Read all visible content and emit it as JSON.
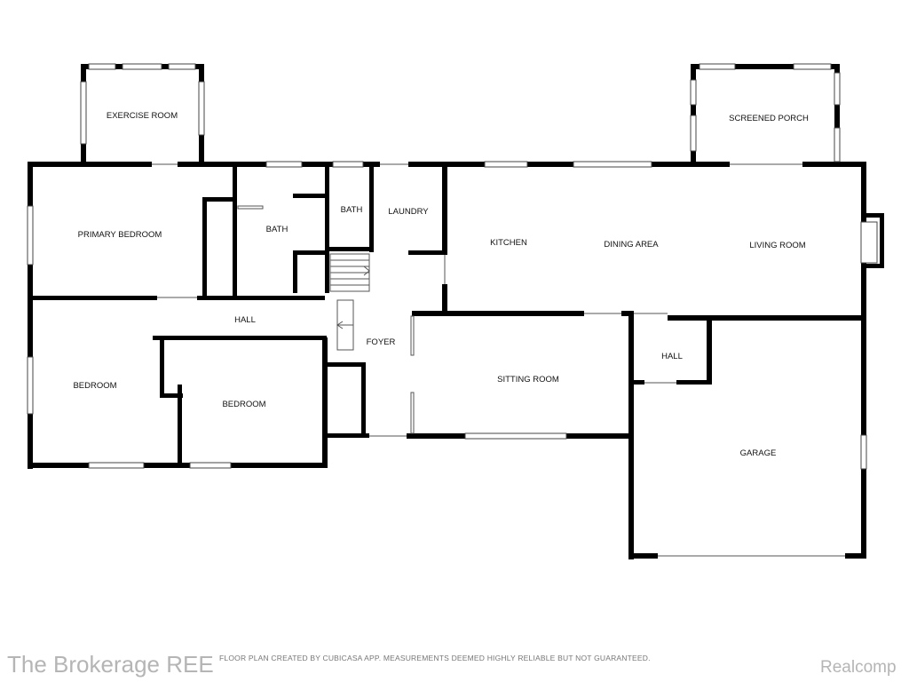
{
  "rooms": {
    "exercise_room": "EXERCISE ROOM",
    "screened_porch": "SCREENED PORCH",
    "primary_bedroom": "PRIMARY BEDROOM",
    "bath_main": "BATH",
    "bath_small": "BATH",
    "laundry": "LAUNDRY",
    "kitchen": "KITCHEN",
    "dining_area": "DINING AREA",
    "living_room": "LIVING ROOM",
    "hall_west": "HALL",
    "foyer": "FOYER",
    "hall_east": "HALL",
    "bedroom_1": "BEDROOM",
    "bedroom_2": "BEDROOM",
    "sitting_room": "SITTING ROOM",
    "garage": "GARAGE"
  },
  "footer": {
    "disclaimer": "FLOOR PLAN CREATED BY CUBICASA APP. MEASUREMENTS DEEMED HIGHLY RELIABLE BUT NOT GUARANTEED.",
    "brokerage_watermark": "The Brokerage REE",
    "realcomp_watermark": "Realcomp"
  },
  "colors": {
    "wall": "#000000",
    "background": "#ffffff",
    "label": "#111111",
    "watermark": "#b5b5b5"
  }
}
